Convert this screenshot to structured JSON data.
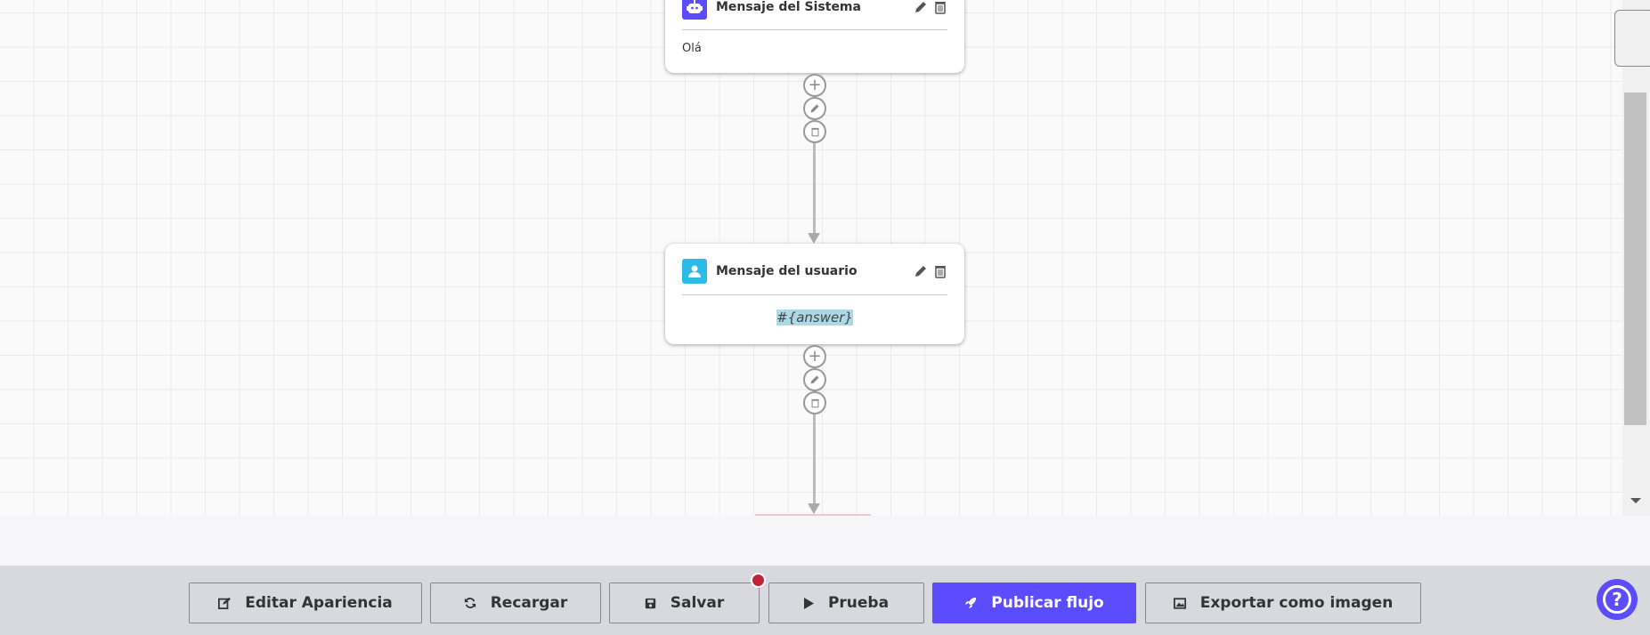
{
  "nodes": [
    {
      "title": "Mensaje del Sistema",
      "icon": "robot-icon",
      "icon_color": "#5b4cff",
      "content": "Olá"
    },
    {
      "title": "Mensaje del usuario",
      "icon": "user-icon",
      "icon_color": "#2bbbe8",
      "content": "#{answer}"
    }
  ],
  "toolbar": {
    "edit_appearance": "Editar Apariencia",
    "reload": "Recargar",
    "save": "Salvar",
    "test": "Prueba",
    "publish": "Publicar flujo",
    "export": "Exportar como imagen"
  },
  "colors": {
    "accent": "#5b4cff",
    "unsaved_dot": "#c0223a",
    "highlight": "#add8e6"
  }
}
